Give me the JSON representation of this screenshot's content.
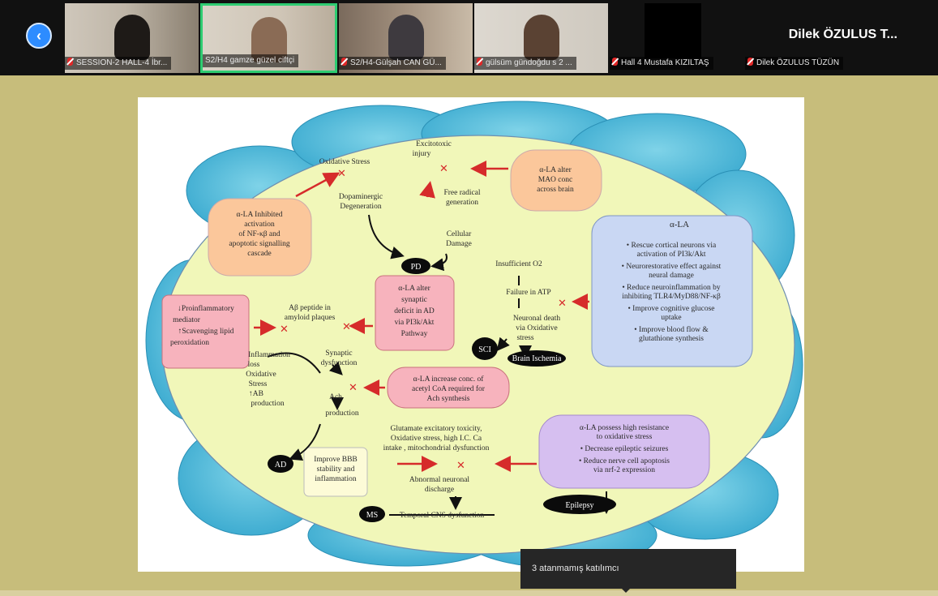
{
  "participants": [
    {
      "name": "SESSION-2 HALL-4 İbr...",
      "muted": true
    },
    {
      "name": "S2/H4 gamze güzel ciftçi",
      "muted": false
    },
    {
      "name": "S2/H4-Gülşah CAN GÜ...",
      "muted": true
    },
    {
      "name": "gülsüm gündoğdu s 2 ...",
      "muted": true
    },
    {
      "name": "Hall 4 Mustafa KIZILTAŞ",
      "muted": true
    },
    {
      "name": "Dilek ÖZULUS TÜZÜN",
      "muted": true
    }
  ],
  "speaker_name": "Dilek ÖZULUS T...",
  "tooltip_text": "3 atanmamış katılımcı",
  "colors": {
    "accent": "#2d8cff",
    "active_border": "#2ecc71",
    "share_bg": "#c7bd7b",
    "arrow_red": "#d62b2b"
  },
  "slide": {
    "oxidative_stress": "Oxidative Stress",
    "dopaminergic": [
      "Dopaminergic",
      "Degeneration"
    ],
    "excitotoxic": [
      "Excitotoxic",
      "injury"
    ],
    "free_radical": [
      "Free radical",
      "generation"
    ],
    "cellular_damage": [
      "Cellular",
      "Damage"
    ],
    "la_mao": [
      "α-LA alter",
      "MAO conc",
      "across brain"
    ],
    "la_nfkb": [
      "α-LA Inhibited",
      "activation",
      "of NF-κβ and",
      "apoptotic signalling",
      "cascade"
    ],
    "pd": "PD",
    "la_rescue_title": "α-LA",
    "la_rescue_items": [
      "• Rescue cortical neurons via",
      "activation of PI3k/Akt",
      "• Neurorestorative effect against",
      "neural damage",
      "• Reduce neuroinflammation by",
      "inhibiting TLR4/MyD88/NF-κβ",
      "• Improve cognitive glucose",
      "uptake",
      "• Improve blood flow &",
      "glutathione synthesis"
    ],
    "insufficient_o2": "Insufficient O2",
    "failure_atp": "Failure in ATP",
    "neuronal_death": [
      "Neuronal death",
      "via Oxidative",
      "stress"
    ],
    "sci": "SCI",
    "brain_ischemia": "Brain Ischemia",
    "la_synaptic": [
      "α-LA     alter",
      "synaptic",
      "deficit  in  AD",
      "via   PI3k/Akt",
      "Pathway"
    ],
    "proinflammatory": [
      "↓Proinflammatory",
      "mediator",
      "↑Scavenging lipid",
      "peroxidation"
    ],
    "abeta": [
      "Aβ peptide in",
      "amyloid plaques"
    ],
    "inflammation": [
      "Inflammation",
      "loss",
      "Oxidative",
      "Stress",
      "↑AB",
      "production"
    ],
    "synaptic_dysfunction": [
      "Synaptic",
      "dysfunction"
    ],
    "ach_production": [
      "Ach",
      "production"
    ],
    "la_acetyl": [
      "α-LA increase conc. of",
      "acetyl CoA required for",
      "Ach synthesis"
    ],
    "ad": "AD",
    "bbb": [
      "Improve BBB",
      "stability and",
      "inflammation"
    ],
    "glutamate": [
      "Glutamate excitatory toxicity,",
      "Oxidative stress, high I.C. Ca",
      "intake , mitochondrial dysfunction"
    ],
    "abnormal": [
      "Abnormal neuronal",
      "discharge"
    ],
    "la_epilepsy": [
      "α-LA possess high resistance",
      "to oxidative stress",
      "• Decrease epileptic seizures",
      "• Reduce nerve cell apoptosis",
      "via nrf-2 expression"
    ],
    "ms": "MS",
    "temporal_cns": "Temporal CNS dysfunction",
    "epilepsy": "Epilepsy"
  }
}
